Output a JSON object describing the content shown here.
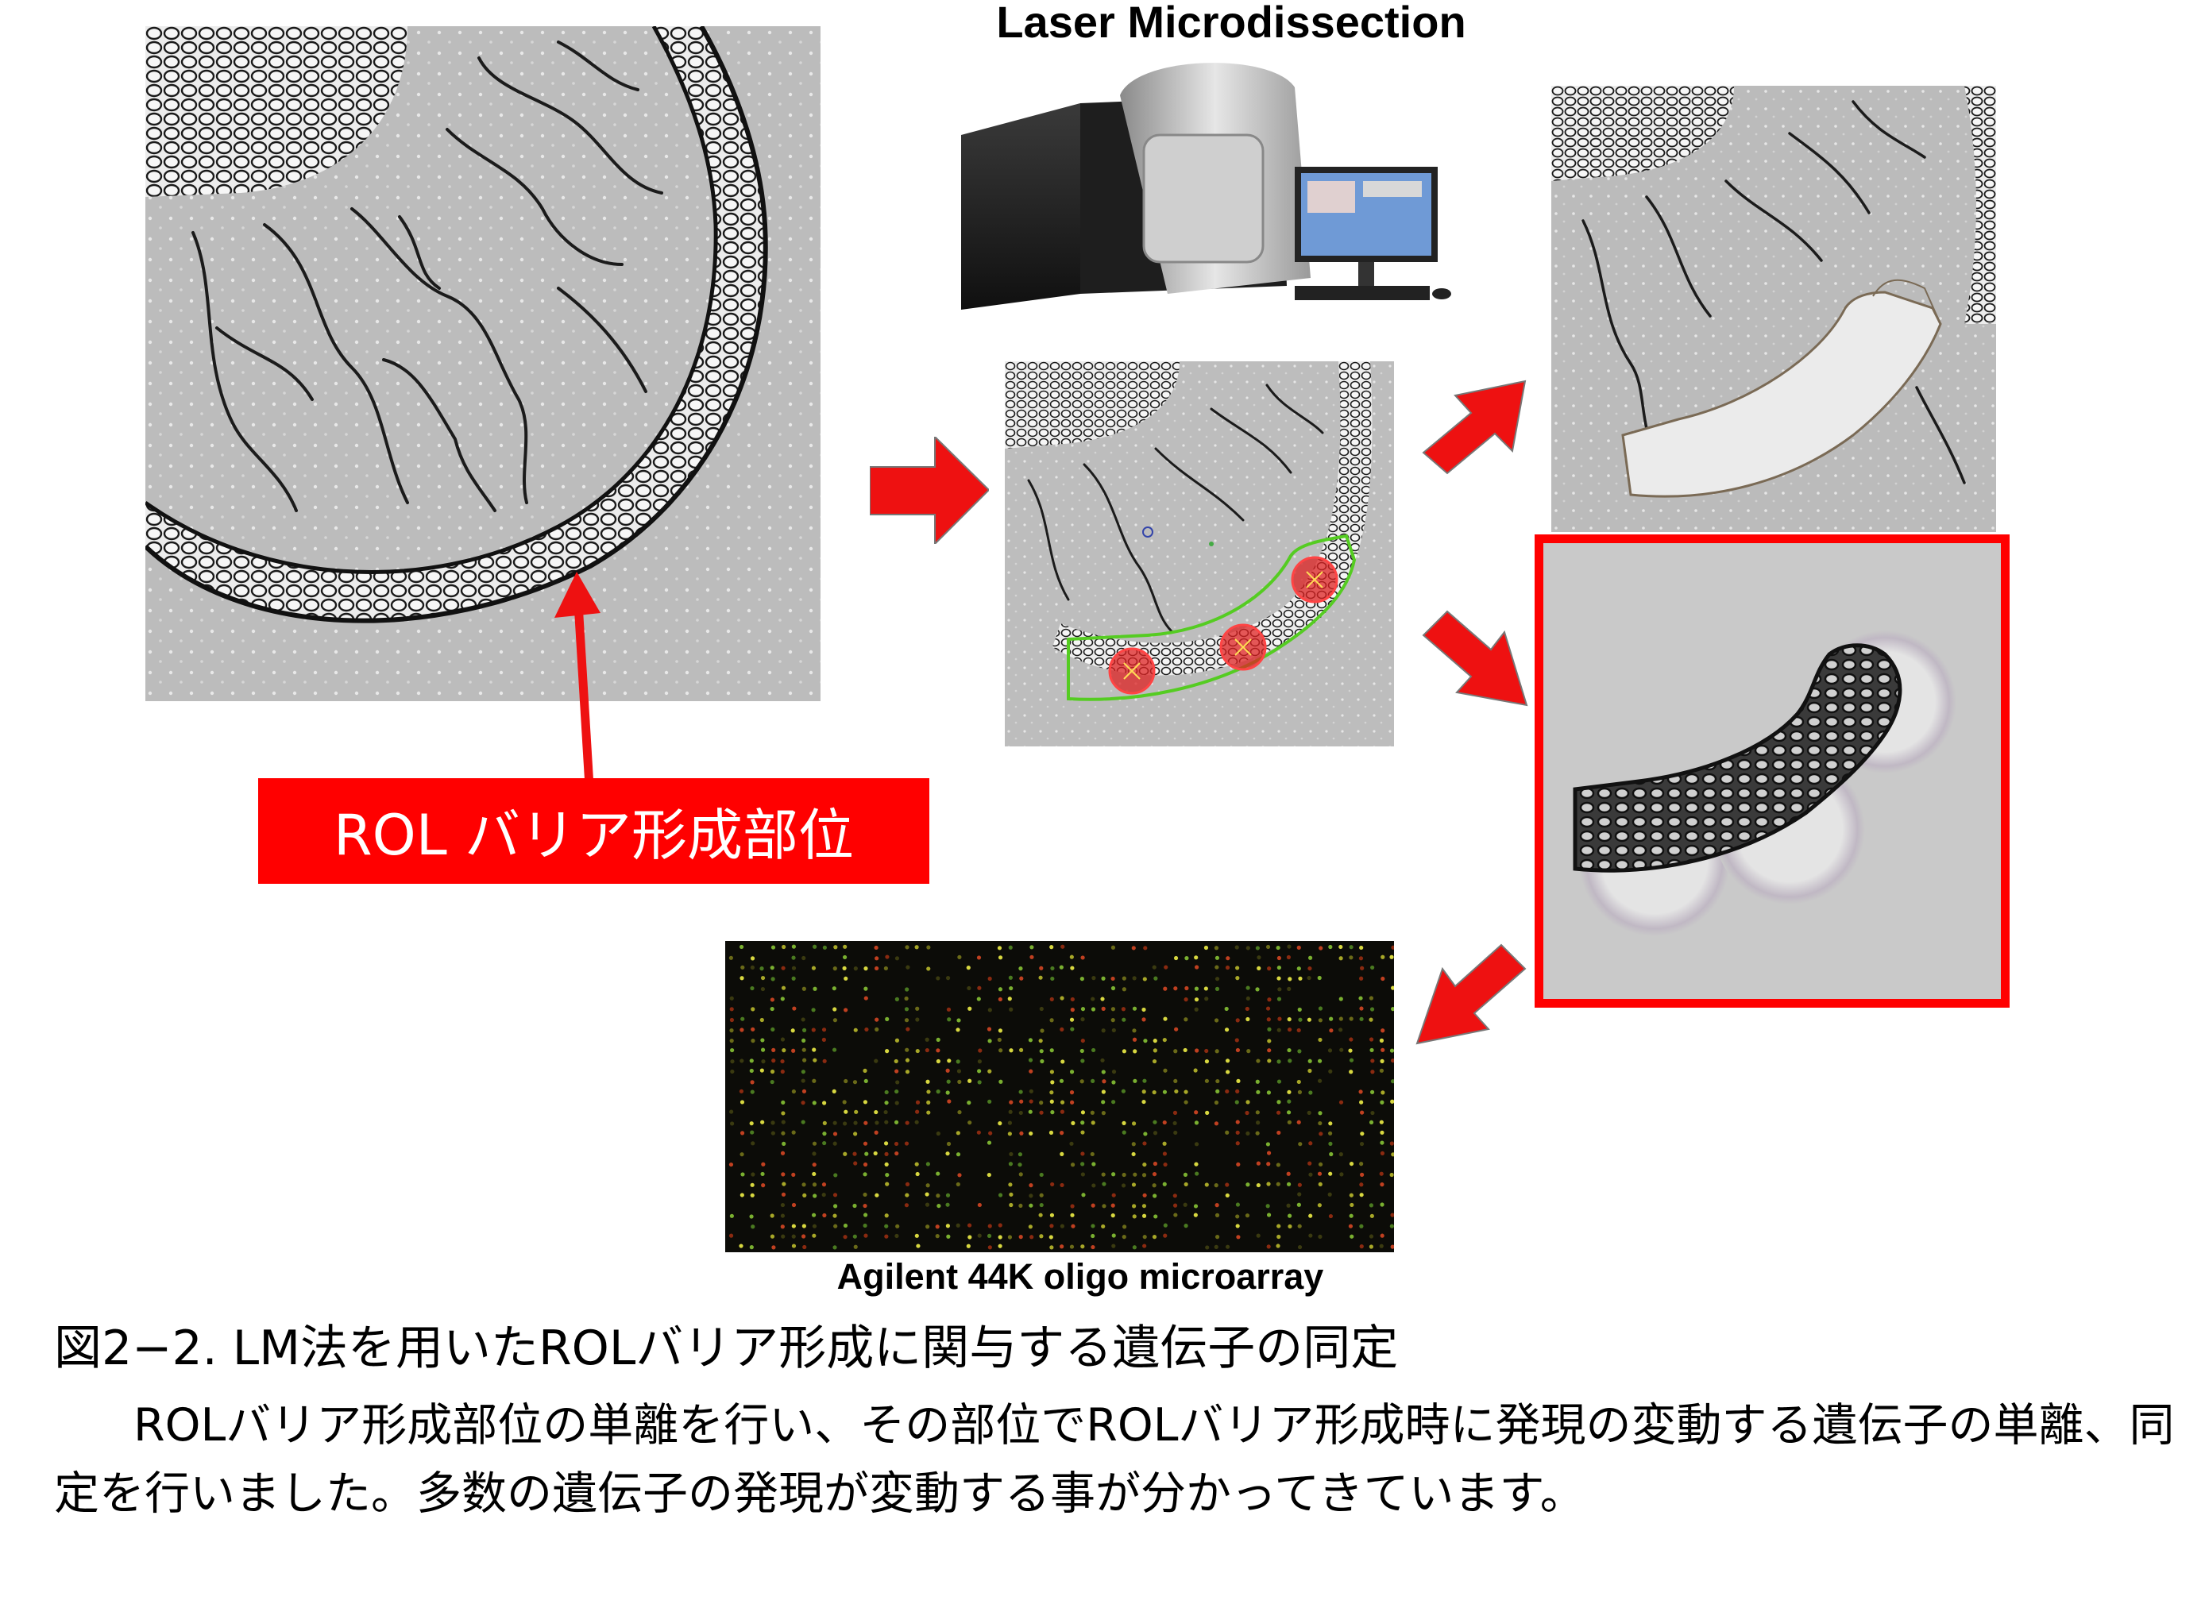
{
  "header": {
    "title": "Laser Microdissection"
  },
  "panels": {
    "rol_label": "ROL バリア形成部位",
    "microarray_label": "Agilent 44K oligo microarray"
  },
  "caption": {
    "title": "図2−2. LM法を用いたROLバリア形成に関与する遺伝子の同定",
    "body": "ROLバリア形成部位の単離を行い、その部位でROLバリア形成時に発現の変動する遺伝子の単離、同定を行いました。多数の遺伝子の発現が変動する事が分かってきています。"
  },
  "colors": {
    "arrow_red": "#ee1111",
    "label_red": "#ff0000",
    "tissue_bg": "#b9b9b9",
    "outline_green": "#55cc22",
    "array_bg": "#0c0c08"
  },
  "icons": {
    "arrow": "red-block-arrow",
    "laser_spot": "red-circle-target"
  }
}
